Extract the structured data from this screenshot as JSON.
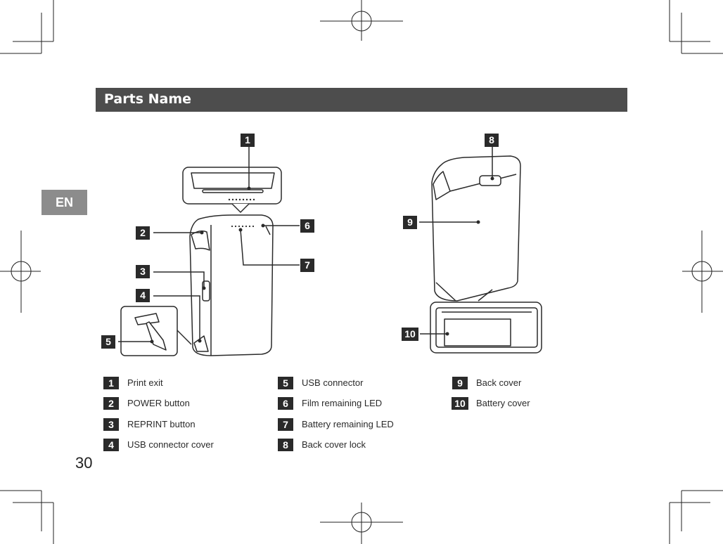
{
  "header": {
    "title": "Parts Name"
  },
  "language_tab": "EN",
  "page_number": "30",
  "callouts": [
    "1",
    "2",
    "3",
    "4",
    "5",
    "6",
    "7",
    "8",
    "9",
    "10"
  ],
  "legend": [
    {
      "num": "1",
      "label": "Print exit"
    },
    {
      "num": "2",
      "label": "POWER button"
    },
    {
      "num": "3",
      "label": "REPRINT button"
    },
    {
      "num": "4",
      "label": "USB connector cover"
    },
    {
      "num": "5",
      "label": "USB connector"
    },
    {
      "num": "6",
      "label": "Film remaining LED"
    },
    {
      "num": "7",
      "label": "Battery remaining LED"
    },
    {
      "num": "8",
      "label": "Back cover lock"
    },
    {
      "num": "9",
      "label": "Back cover"
    },
    {
      "num": "10",
      "label": "Battery cover"
    }
  ]
}
